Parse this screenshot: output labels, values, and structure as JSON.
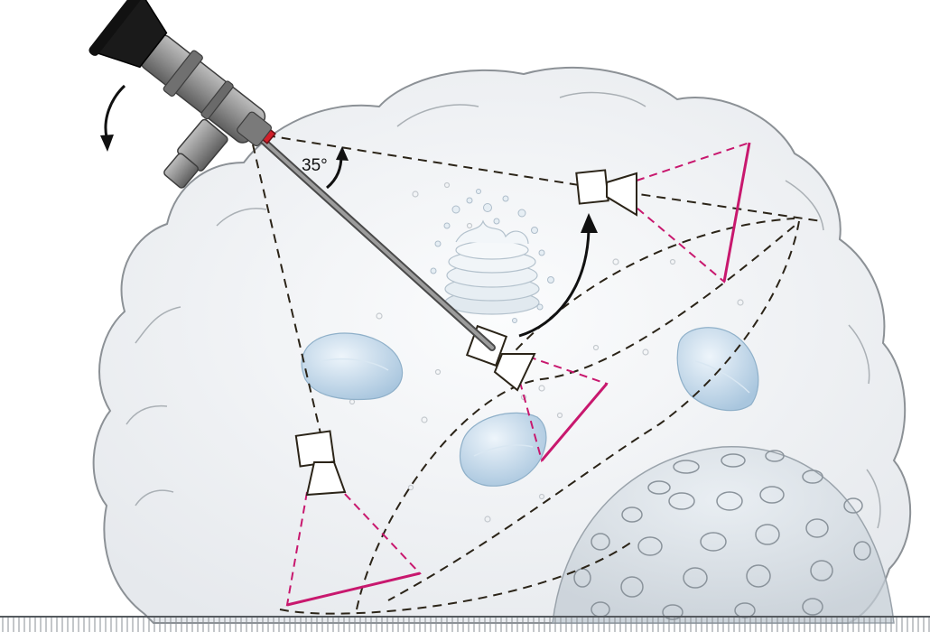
{
  "diagram": {
    "angle_label": "35°",
    "elements": [
      "endoscope",
      "cavity-cloud",
      "camera-view-top",
      "camera-view-middle",
      "camera-view-bottom",
      "irrigation-splash",
      "floating-cell",
      "perforated-dome",
      "floor-surface"
    ]
  },
  "colors": {
    "dashed_path": "#2b2418",
    "view_magenta": "#c8186e",
    "cloud_fill": "#eef0f3",
    "cloud_stroke": "#8c9196",
    "cell_fill": "#c5d9ea",
    "scope_body": "#8a8a8a",
    "scope_tip": "#d21f2a"
  }
}
